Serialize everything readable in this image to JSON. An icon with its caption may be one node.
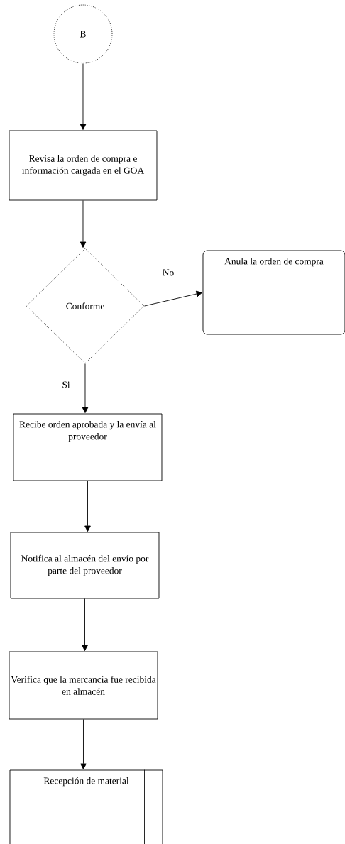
{
  "diagram": {
    "nodes": [
      {
        "text": [
          "B"
        ]
      },
      {
        "text": [
          "Revisa la orden de compra e información cargada en el GOA"
        ]
      },
      {
        "text": [
          "Conforme"
        ]
      },
      {
        "text": [
          "Anula la orden de compra"
        ]
      },
      {
        "text": [
          "Recibe orden aprobada y la envía al proveedor"
        ]
      },
      {
        "text": [
          "Notifica al almacén del envío por parte del proveedor"
        ]
      },
      {
        "text": [
          "Verifica que la mercancía fue recibida en almacén"
        ]
      },
      {
        "text": [
          "Recepción de material"
        ]
      }
    ],
    "edges": [
      {
        "from": 0,
        "to": 1,
        "arrow": "to"
      },
      {
        "from": 1,
        "to": 2,
        "arrow": "to"
      },
      {
        "from": 2,
        "to": 3,
        "arrow": "to",
        "label": "No"
      },
      {
        "from": 2,
        "to": 4,
        "arrow": "to",
        "label": "Si"
      },
      {
        "from": 4,
        "to": 5,
        "arrow": "to"
      },
      {
        "from": 5,
        "to": 6,
        "arrow": "to"
      },
      {
        "from": 6,
        "to": 7,
        "arrow": "to"
      }
    ]
  }
}
